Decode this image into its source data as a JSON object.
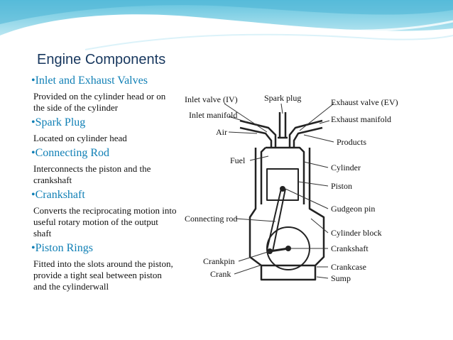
{
  "slide": {
    "title": "Engine Components",
    "colors": {
      "title": "#17375e",
      "heading": "#0f7fb5",
      "banner": "#8fd3e6"
    }
  },
  "components": [
    {
      "heading": "•Inlet and Exhaust Valves",
      "description": "Provided on the cylinder head or on the side of the cylinder"
    },
    {
      "heading": "•Spark Plug",
      "description": "Located on cylinder head"
    },
    {
      "heading": "•Connecting Rod",
      "description": "Interconnects the piston and the crankshaft"
    },
    {
      "heading": "•Crankshaft",
      "description": "Converts the reciprocating motion into useful rotary motion of the output shaft"
    },
    {
      "heading": "•Piston Rings",
      "description": "Fitted into the slots around the piston, provide a tight seal between piston and the cylinderwall"
    }
  ],
  "diagram": {
    "labels": {
      "inlet_valve": "Inlet valve (IV)",
      "spark_plug": "Spark plug",
      "exhaust_valve": "Exhaust valve (EV)",
      "inlet_manifold": "Inlet manifold",
      "exhaust_manifold": "Exhaust manifold",
      "air": "Air",
      "products": "Products",
      "fuel": "Fuel",
      "cylinder": "Cylinder",
      "piston": "Piston",
      "gudgeon_pin": "Gudgeon pin",
      "connecting_rod": "Connecting rod",
      "cylinder_block": "Cylinder block",
      "crankshaft": "Crankshaft",
      "crankpin": "Crankpin",
      "crankcase": "Crankcase",
      "crank": "Crank",
      "sump": "Sump"
    }
  }
}
